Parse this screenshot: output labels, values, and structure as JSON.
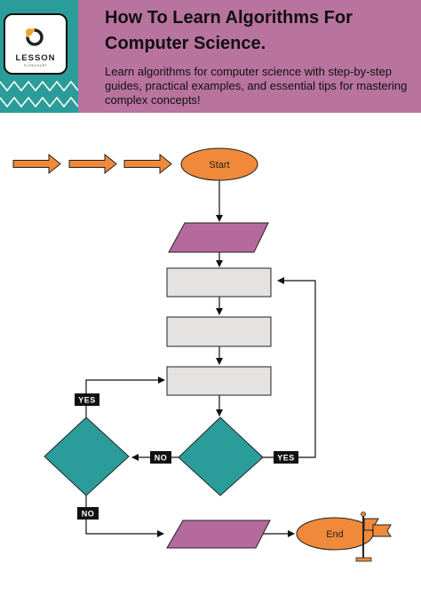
{
  "header": {
    "title": "How To Learn Algorithms For Computer Science.",
    "description": "Learn algorithms for computer science with step-by-step guides, practical examples, and essential tips for mastering complex concepts!",
    "logo": {
      "word": "LESSON",
      "subtitle": "FLOWCHART",
      "icon": "brand-ring-icon"
    }
  },
  "colors": {
    "header_bg": "#b8739e",
    "teal": "#2a9d9a",
    "orange": "#f08a3a",
    "purple": "#b56a9e",
    "process_gray": "#e5e3e1"
  },
  "flowchart": {
    "start_label": "Start",
    "end_label": "End",
    "tags": {
      "yes_right": "YES",
      "no_middle": "NO",
      "yes_left": "YES",
      "no_bottom": "NO"
    },
    "end_icon": "flag-icon"
  }
}
